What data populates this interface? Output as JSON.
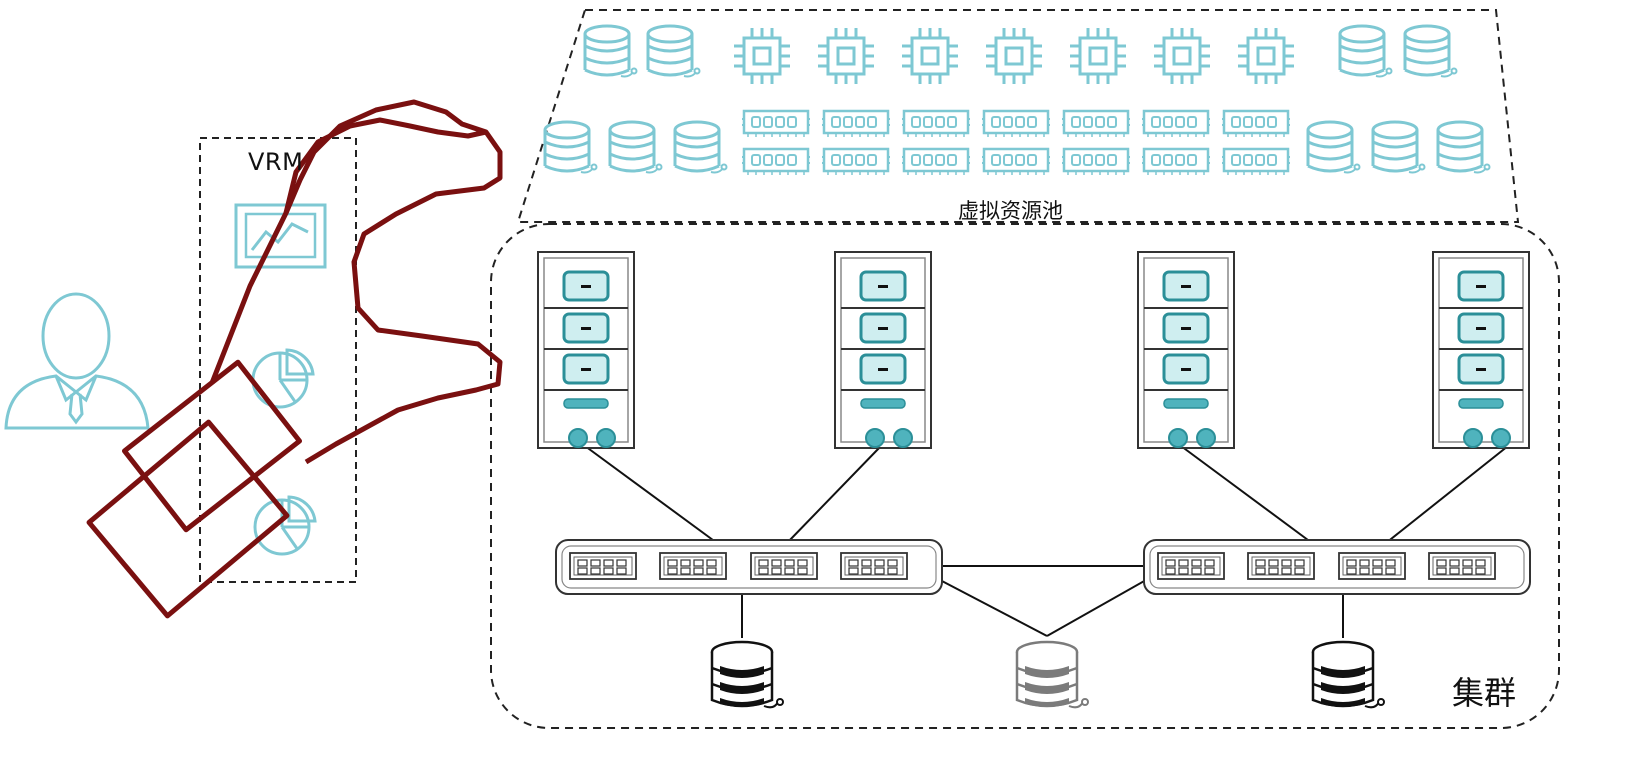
{
  "labels": {
    "vrm": "VRM",
    "resource_pool": "虚拟资源池",
    "cluster": "集群"
  },
  "icons": {
    "user": "user-icon",
    "monitor": "monitor-chart-icon",
    "pie": "pie-chart-icon",
    "hand": "hand-icon",
    "database": "database-icon",
    "cpu": "cpu-chip-icon",
    "memory": "memory-module-icon",
    "server": "server-rack-icon",
    "switch": "network-switch-icon",
    "storage": "storage-icon"
  },
  "colors": {
    "teal": "#7ec8d3",
    "teal_dark": "#2b8f98",
    "server_fill": "#cfeef0",
    "hand": "#7a1010",
    "line": "#111111",
    "dash": "#222222"
  }
}
